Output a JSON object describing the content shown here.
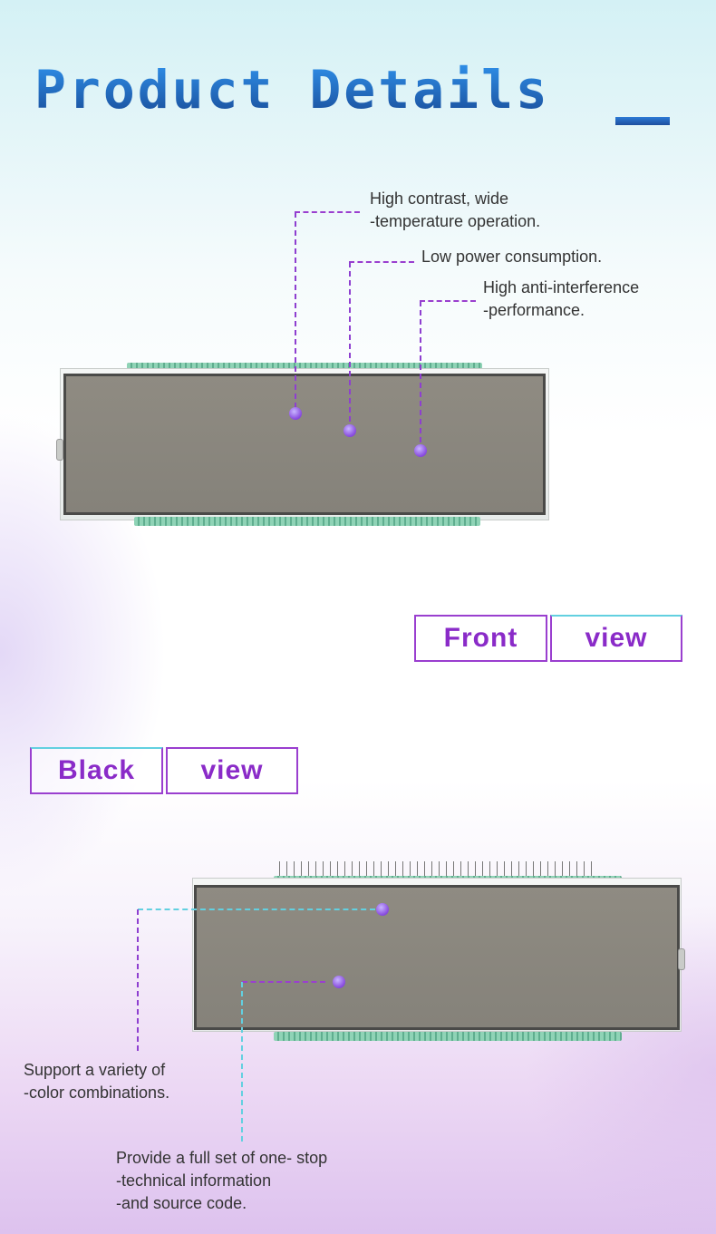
{
  "header": {
    "title": "Product Details"
  },
  "front": {
    "callouts": [
      {
        "line1": "High contrast, wide",
        "line2": "-temperature operation."
      },
      {
        "line1": "Low power consumption.",
        "line2": ""
      },
      {
        "line1": "High anti-interference",
        "line2": "-performance."
      }
    ],
    "label": {
      "word1": "Front",
      "word2": "view"
    }
  },
  "back": {
    "label": {
      "word1": "Black",
      "word2": "view"
    },
    "callouts": [
      {
        "line1": "Support a variety of",
        "line2": "-color combinations.",
        "line3": ""
      },
      {
        "line1": "Provide a full set of one- stop",
        "line2": "-technical information",
        "line3": "-and source code."
      }
    ]
  },
  "colors": {
    "title_blue": "#1f5fb0",
    "accent_purple": "#8a2bc8",
    "accent_cyan": "#62d0e0"
  }
}
